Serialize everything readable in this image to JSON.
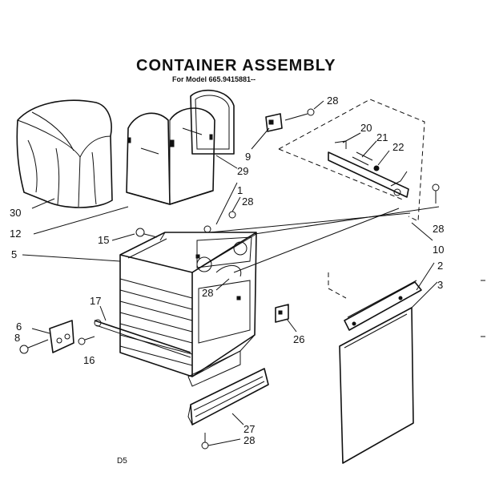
{
  "title": "CONTAINER ASSEMBLY",
  "subtitle": "For Model 665.9415881--",
  "footer_code": "D5",
  "callouts": [
    "30",
    "12",
    "15",
    "5",
    "17",
    "6",
    "8",
    "16",
    "28",
    "9",
    "29",
    "20",
    "21",
    "22",
    "1",
    "28",
    "28",
    "10",
    "2",
    "3",
    "26",
    "27",
    "28",
    "28"
  ]
}
